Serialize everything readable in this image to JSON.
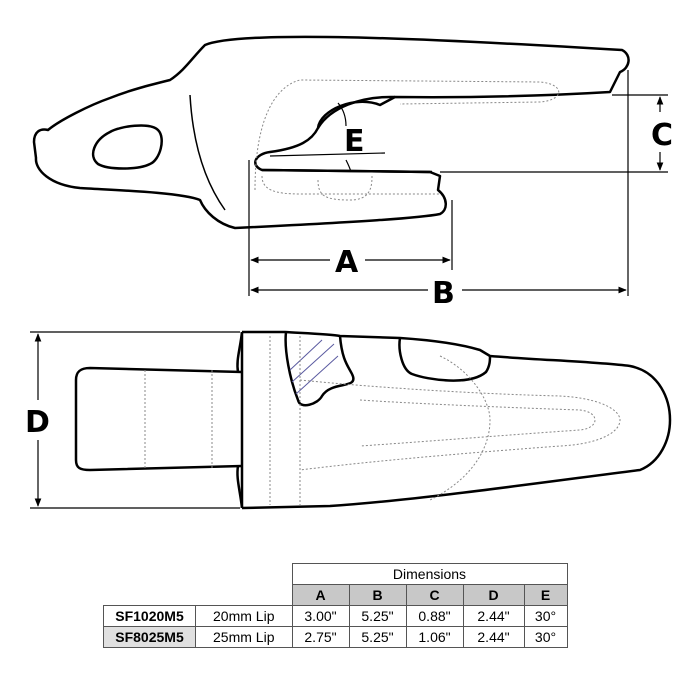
{
  "drawing": {
    "labels": {
      "A": "A",
      "B": "B",
      "C": "C",
      "D": "D",
      "E": "E"
    }
  },
  "table": {
    "title": "Dimensions",
    "columns": [
      "A",
      "B",
      "C",
      "D",
      "E"
    ],
    "rows": [
      {
        "part": "SF1020M5",
        "lip": "20mm Lip",
        "values": [
          "3.00\"",
          "5.25\"",
          "0.88\"",
          "2.44\"",
          "30°"
        ]
      },
      {
        "part": "SF8025M5",
        "lip": "25mm Lip",
        "values": [
          "2.75\"",
          "5.25\"",
          "1.06\"",
          "2.44\"",
          "30°"
        ]
      }
    ]
  }
}
